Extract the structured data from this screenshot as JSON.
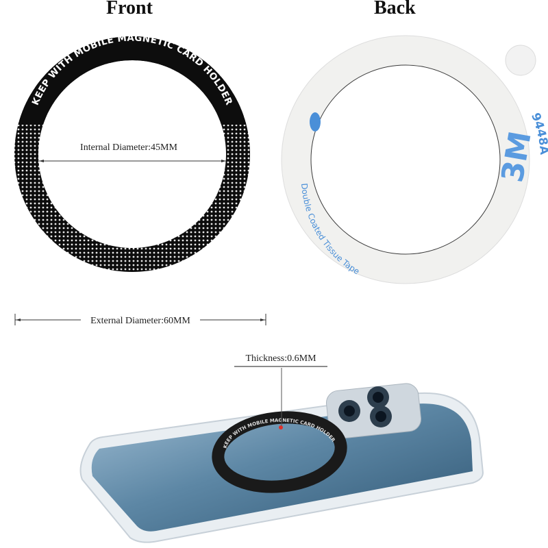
{
  "headings": {
    "front": "Front",
    "back": "Back"
  },
  "front_ring": {
    "band_text": "KEEP WITH MOBILE MAGNETIC CARD HOLDER",
    "internal_diameter_label": "Internal Diameter:45MM",
    "external_diameter_label": "External Diameter:60MM"
  },
  "back_ring": {
    "brand_mark": "3M",
    "product_code": "9448A",
    "printed_text": "Double Coated Tissue Tape"
  },
  "phone": {
    "thickness_label": "Thickness:0.6MM",
    "ring_text": "KEEP WITH MOBILE MAGNETIC CARD HOLDER"
  },
  "colors": {
    "ring_black": "#0d0d0d",
    "tape_blue": "#4a8fd8",
    "phone_blue": "#5a86a6",
    "marker_red": "#e0302a"
  }
}
